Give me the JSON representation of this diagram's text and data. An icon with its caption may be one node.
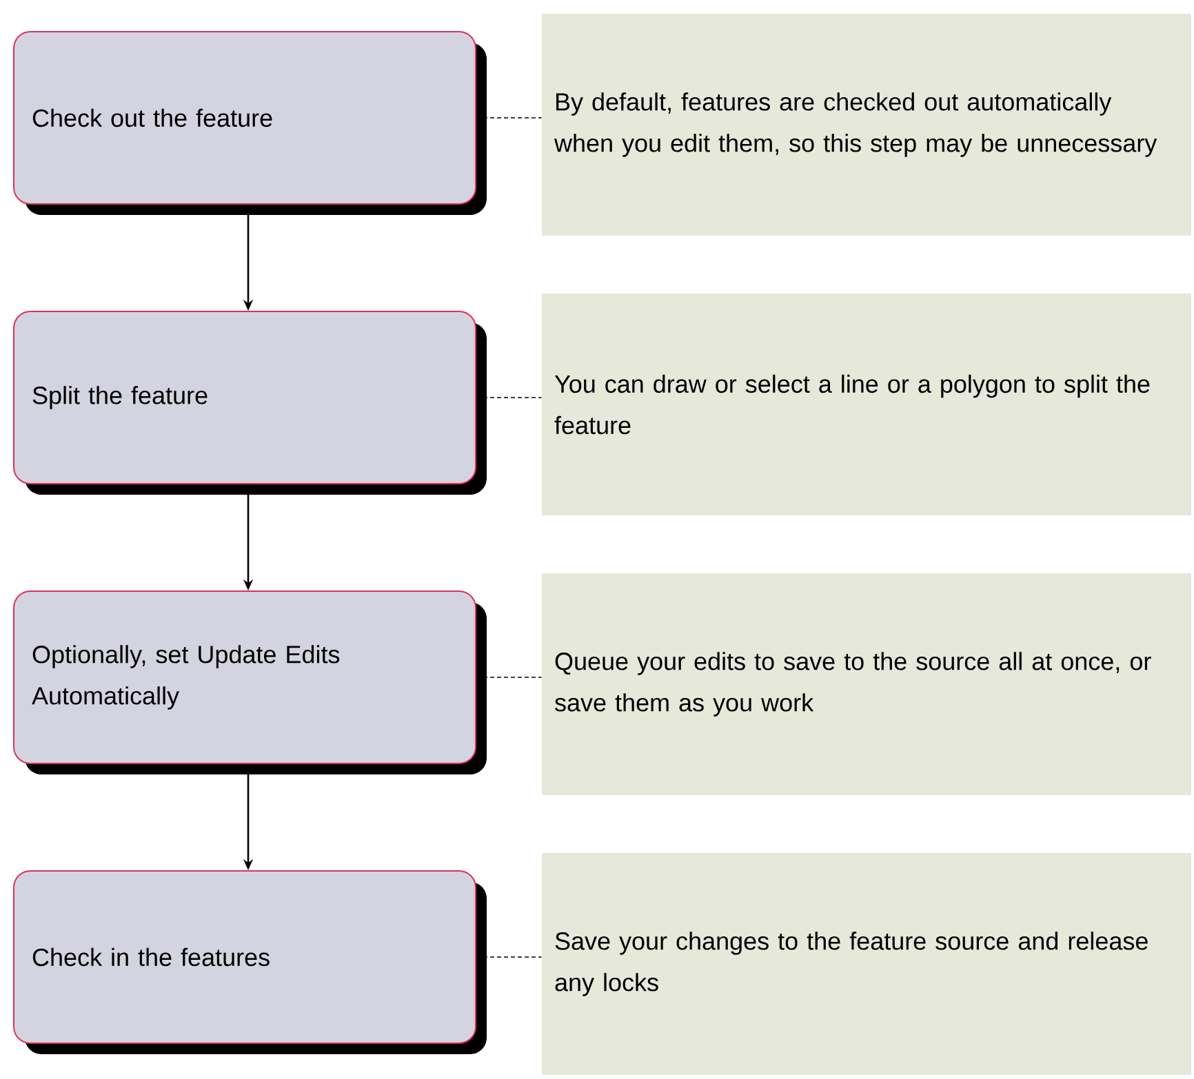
{
  "diagram": {
    "nodes": [
      {
        "text": [
          "Check out the feature"
        ]
      },
      {
        "text": [
          "By default, features are checked out automatically when you edit them, so this step may be unnecessary"
        ]
      },
      {
        "text": [
          "Split the feature"
        ]
      },
      {
        "text": [
          "You can draw or select a line or a polygon to split the feature"
        ]
      },
      {
        "text": [
          "Optionally, set Update Edits Automatically"
        ]
      },
      {
        "text": [
          "Queue your edits to save to the source all at once, or save them as you work"
        ]
      },
      {
        "text": [
          "Check in the features"
        ]
      },
      {
        "text": [
          "Save your changes to the feature source and release any locks"
        ]
      }
    ],
    "edges": [
      {
        "from": 0,
        "to": 1,
        "arrow": "none",
        "style": "dashed"
      },
      {
        "from": 0,
        "to": 2,
        "arrow": "to"
      },
      {
        "from": 2,
        "to": 3,
        "arrow": "none",
        "style": "dashed"
      },
      {
        "from": 2,
        "to": 4,
        "arrow": "to"
      },
      {
        "from": 4,
        "to": 5,
        "arrow": "none",
        "style": "dashed"
      },
      {
        "from": 4,
        "to": 6,
        "arrow": "to"
      },
      {
        "from": 6,
        "to": 7,
        "arrow": "none",
        "style": "dashed"
      }
    ]
  }
}
